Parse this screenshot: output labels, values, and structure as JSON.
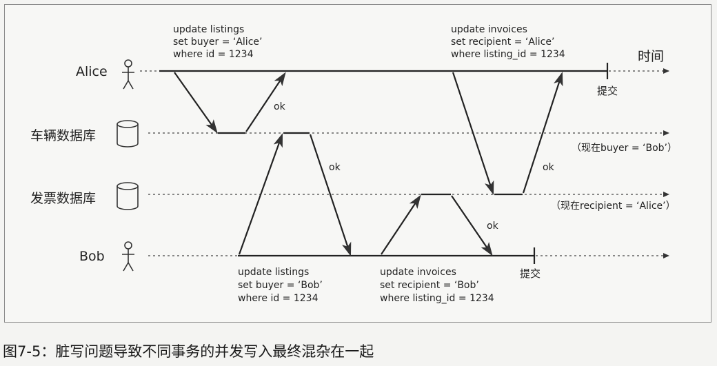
{
  "participants": {
    "alice": "Alice",
    "bob": "Bob",
    "db_vehicle": "车辆数据库",
    "db_invoice": "发票数据库"
  },
  "time_label": "时间",
  "commit_label": "提交",
  "ok_label": "ok",
  "alice_queries": {
    "q1": [
      "update listings",
      "set buyer = ‘Alice’",
      "where id = 1234"
    ],
    "q2": [
      "update invoices",
      "set recipient = ‘Alice’",
      "where listing_id = 1234"
    ]
  },
  "bob_queries": {
    "q1": [
      "update listings",
      "set buyer = ‘Bob’",
      "where id = 1234"
    ],
    "q2": [
      "update invoices",
      "set recipient = ‘Bob’",
      "where listing_id = 1234"
    ]
  },
  "notes": {
    "vehicle_now": "（现在buyer = ‘Bob’）",
    "invoice_now": "（现在recipient = ‘Alice’）"
  },
  "caption": "图7-5：脏写问题导致不同事务的并发写入最终混杂在一起"
}
